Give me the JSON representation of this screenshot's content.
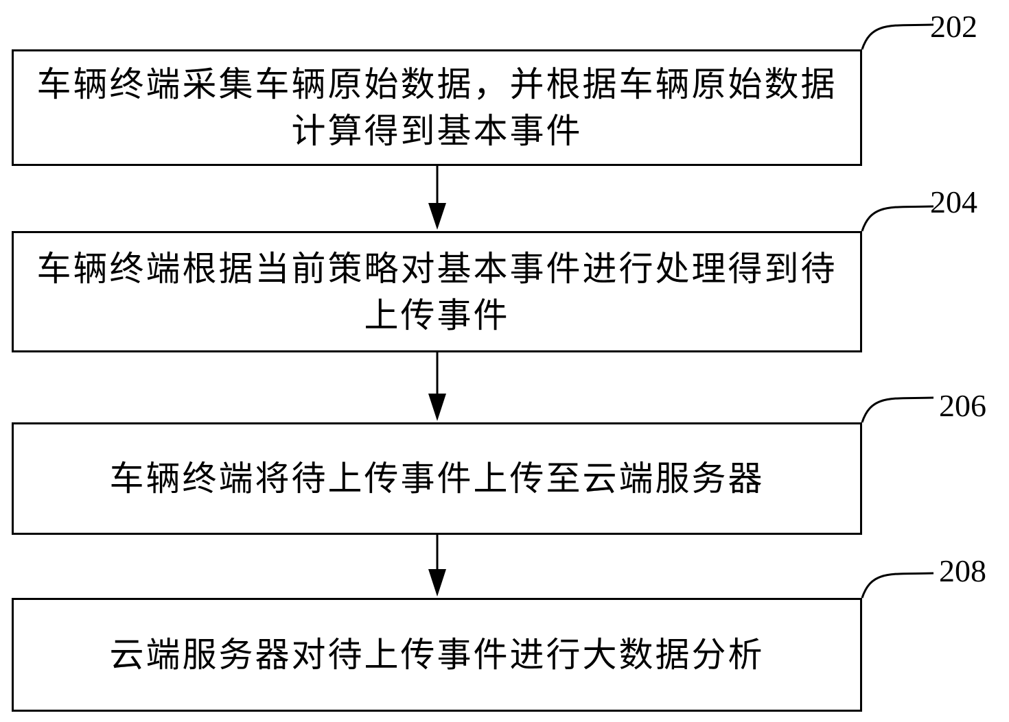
{
  "steps": [
    {
      "id": "202",
      "text": "车辆终端采集车辆原始数据，并根据车辆原始数据计算得到基本事件"
    },
    {
      "id": "204",
      "text": "车辆终端根据当前策略对基本事件进行处理得到待上传事件"
    },
    {
      "id": "206",
      "text": "车辆终端将待上传事件上传至云端服务器"
    },
    {
      "id": "208",
      "text": "云端服务器对待上传事件进行大数据分析"
    }
  ]
}
